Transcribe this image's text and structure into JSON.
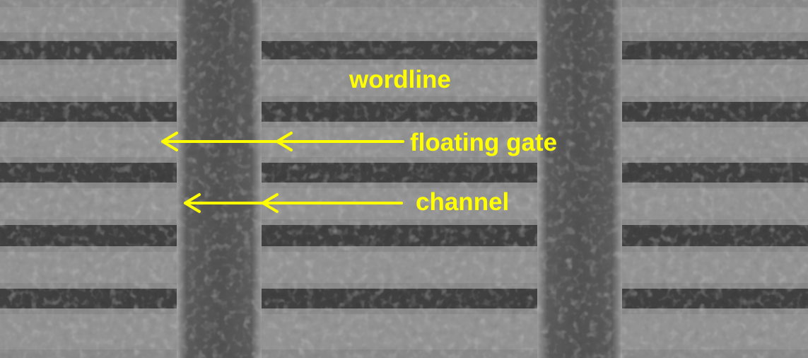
{
  "labels": {
    "wordline": "wordline",
    "floating_gate": "floating gate",
    "channel": "channel"
  },
  "colors": {
    "annotation": "#ffff00",
    "stripe_light": "#8e8e8e",
    "stripe_dark": "#3e3e3e",
    "column": "#565656",
    "column_edge": "#9a9a9a"
  },
  "arrows": [
    "floating-gate-arrow",
    "channel-arrow"
  ]
}
